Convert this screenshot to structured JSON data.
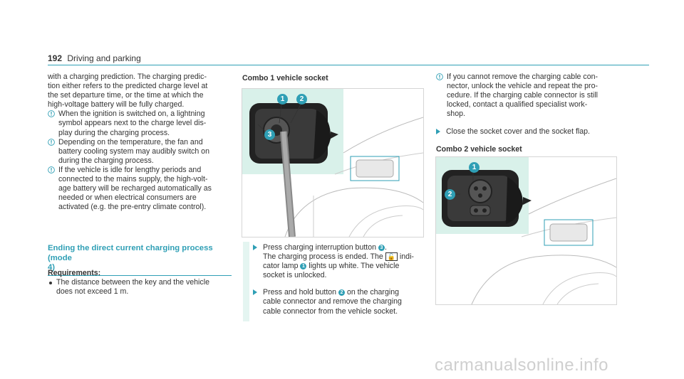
{
  "header": {
    "page_number": "192",
    "section": "Driving and parking"
  },
  "col1": {
    "intro": "with a charging prediction. The charging predic-tion either refers to the predicted charge level at the set departure time, or the time at which the high-voltage battery will be fully charged.",
    "intro_lines": [
      "with a charging prediction. The charging predic-",
      "tion either refers to the predicted charge level at",
      "the set departure time, or the time at which the",
      "high-voltage battery will be fully charged."
    ],
    "notes": [
      {
        "lines": [
          "When the ignition is switched on, a lightning",
          "symbol appears next to the charge level dis-",
          "play during the charging process."
        ]
      },
      {
        "lines": [
          "Depending on the temperature, the fan and",
          "battery cooling system may audibly switch on",
          "during the charging process."
        ]
      },
      {
        "lines": [
          "If the vehicle is idle for lengthy periods and",
          "connected to the mains supply, the high-volt-",
          "age battery will be recharged automatically as",
          "needed or when electrical consumers are",
          "activated (e.g. the pre-entry climate control)."
        ]
      }
    ],
    "section_title_lines": [
      "Ending the direct current charging process (mode",
      "4)"
    ],
    "requirements_label": "Requirements:",
    "requirements": [
      {
        "lines": [
          "The distance between the key and the vehicle",
          "does not exceed 1 m."
        ]
      }
    ]
  },
  "col2": {
    "figure_title": "Combo 1 vehicle socket",
    "step1": {
      "line1_a": "Press charging interruption button ",
      "badge_a": "3",
      "line1_b": ".",
      "line2": "The charging process is ended. The ",
      "lock_symbol": "🔓",
      "line2_end": " indi-",
      "line3_a": "cator lamp ",
      "badge_b": "1",
      "line3_b": " lights up white. The vehicle",
      "line4": "socket is unlocked."
    },
    "step2": {
      "line1_a": "Press and hold button ",
      "badge": "2",
      "line1_b": " on the charging",
      "line2": "cable connector and remove the charging",
      "line3": "cable connector from the vehicle socket."
    }
  },
  "col3": {
    "note_lines": [
      "If you cannot remove the charging cable con-",
      "nector, unlock the vehicle and repeat the pro-",
      "cedure. If the charging cable connector is still",
      "locked, contact a qualified specialist work-",
      "shop."
    ],
    "step": "Close the socket cover and the socket flap.",
    "figure_title": "Combo 2 vehicle socket"
  },
  "figure1_labels": [
    "1",
    "2",
    "3"
  ],
  "figure2_labels": [
    "1",
    "2"
  ],
  "watermark": "carmanualsonline.info",
  "colors": {
    "accent": "#2f9fb5",
    "tint": "#d9f1ea",
    "text": "#333333"
  }
}
